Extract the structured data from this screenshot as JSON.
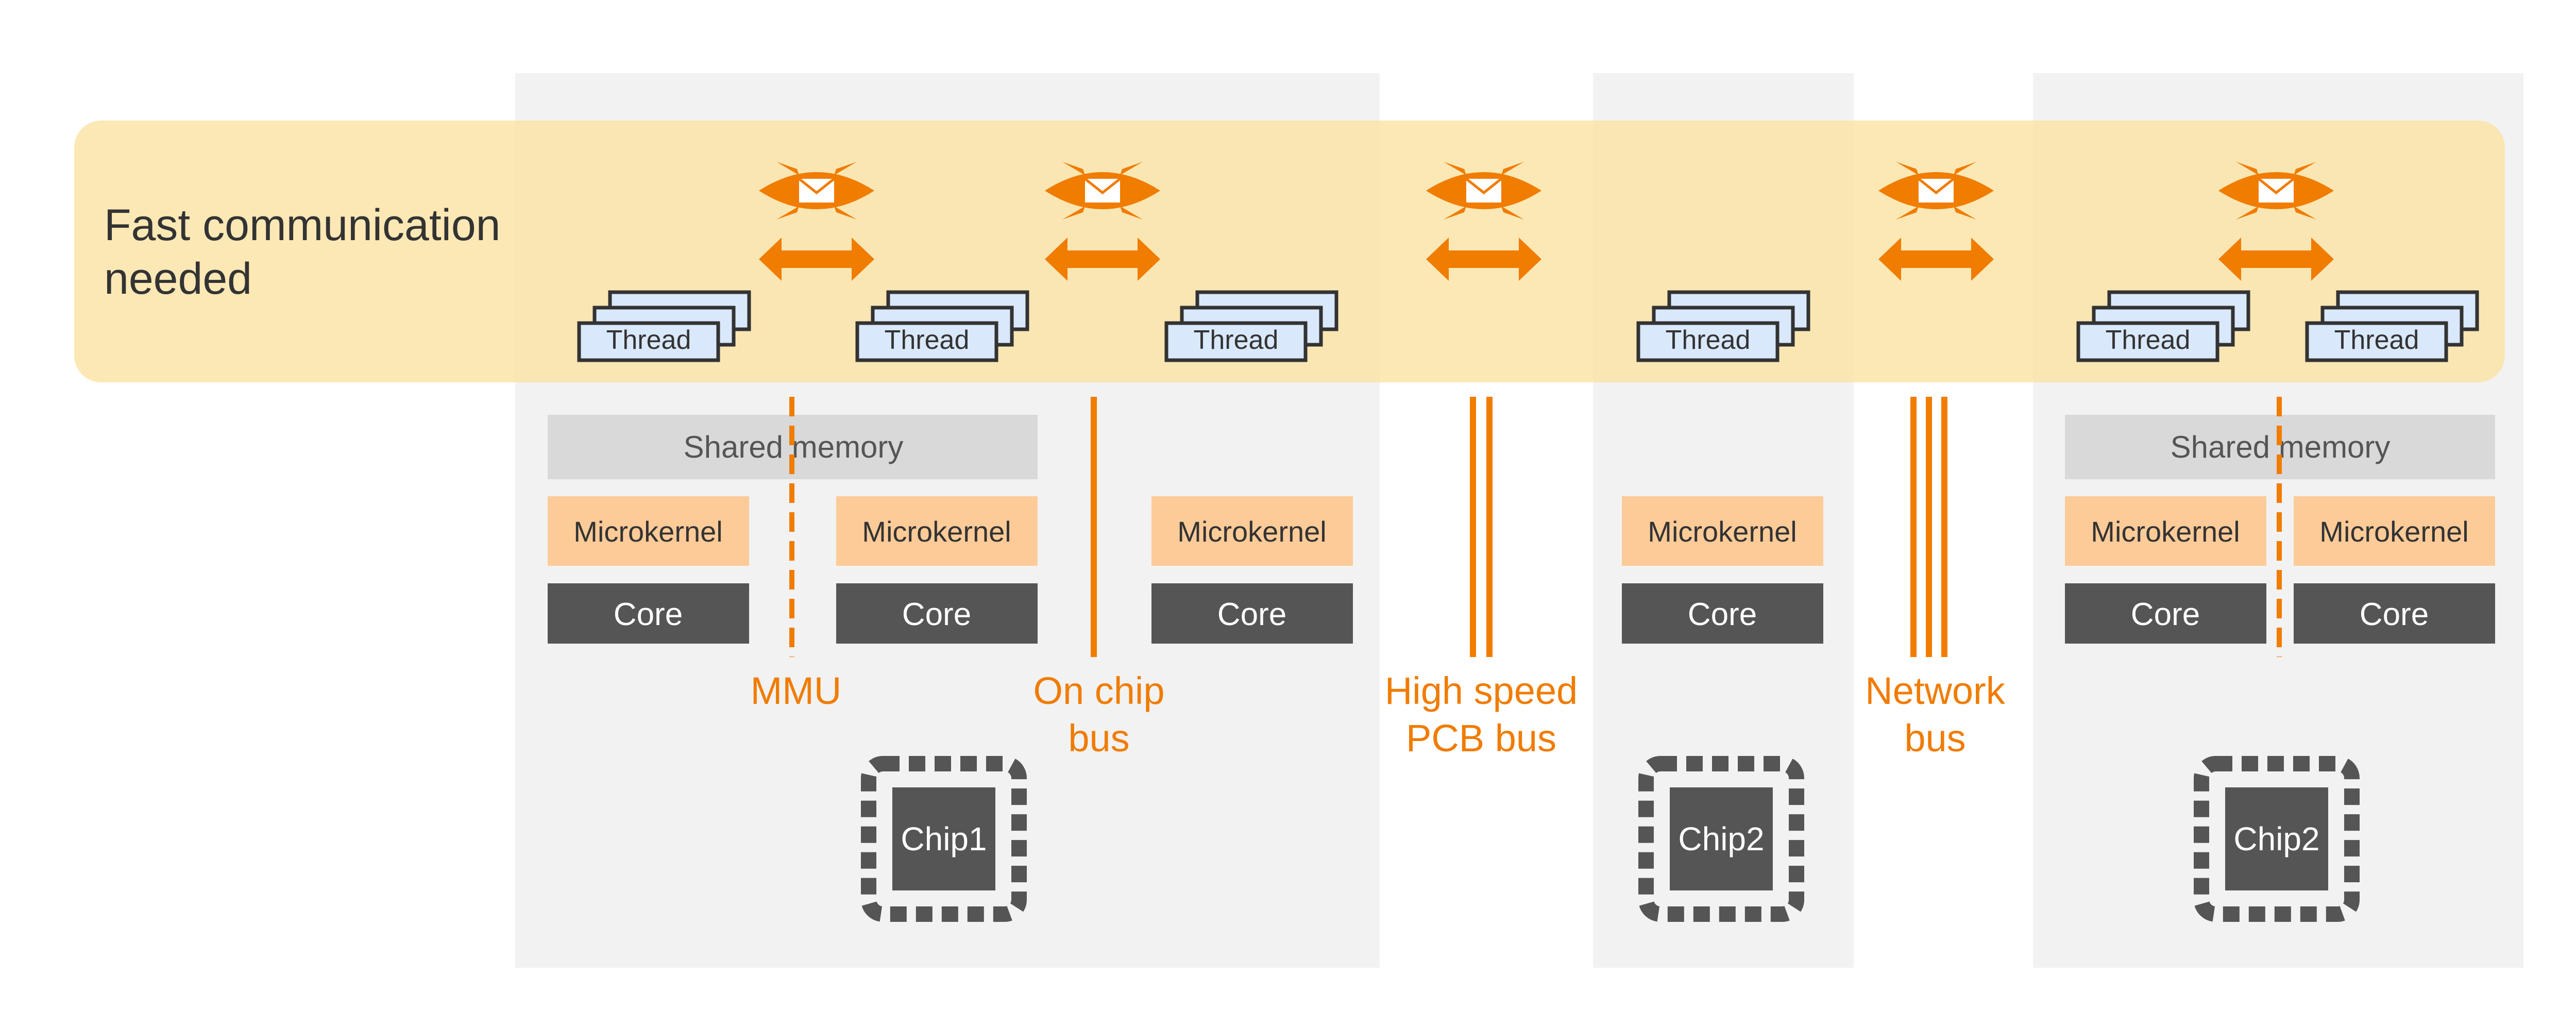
{
  "banner": {
    "line1": "Fast communication",
    "line2": "needed"
  },
  "thread_label": "Thread",
  "shared_memory_label": "Shared memory",
  "microkernel_label": "Microkernel",
  "core_label": "Core",
  "buses": {
    "mmu": {
      "line1": "MMU"
    },
    "onchip": {
      "line1": "On chip",
      "line2": "bus"
    },
    "pcb": {
      "line1": "High speed",
      "line2": "PCB bus"
    },
    "network": {
      "line1": "Network",
      "line2": "bus"
    }
  },
  "chips": {
    "a": "Chip1",
    "b": "Chip2",
    "c": "Chip2"
  },
  "colors": {
    "panel": "#f2f2f2",
    "banner": "#fbe4a8",
    "orange": "#f07c00",
    "microkernel": "#fdcb98",
    "shared_memory": "#d9d9d9",
    "core": "#555555",
    "thread_fill": "#d9e8fb",
    "thread_stroke": "#333333"
  }
}
